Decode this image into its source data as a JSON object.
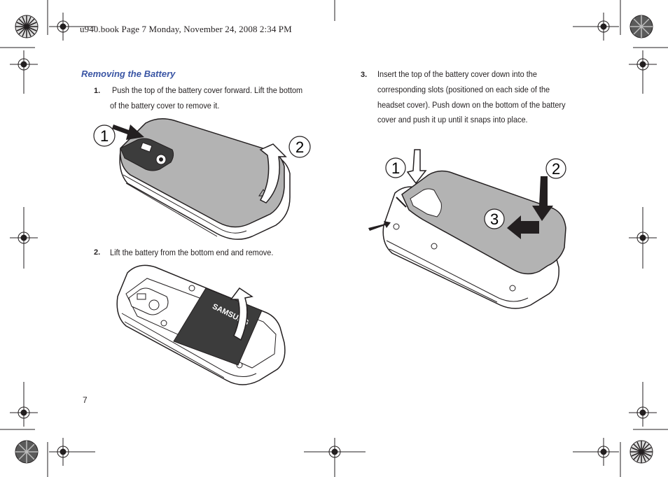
{
  "header": {
    "text": "u940.book  Page 7  Monday, November 24, 2008  2:34 PM"
  },
  "section": {
    "title": "Removing the Battery"
  },
  "steps": [
    {
      "num": "1.",
      "lines": [
        "Push the top of the battery cover forward. Lift the bottom",
        "of the battery cover to remove it."
      ]
    },
    {
      "num": "2.",
      "lines": [
        "Lift the battery from the bottom end and remove."
      ]
    },
    {
      "num": "3.",
      "lines": [
        "Insert the top of the battery cover down into the",
        "corresponding slots (positioned on each side of the",
        "headset cover). Push down on the bottom of the battery",
        "cover and push it up until it snaps into place."
      ]
    }
  ],
  "figures": {
    "fig1": {
      "callouts": [
        "1",
        "2"
      ]
    },
    "fig2": {
      "battery_brand": "SAMSUNG"
    },
    "fig3": {
      "callouts": [
        "1",
        "2",
        "3"
      ]
    }
  },
  "footer": {
    "page_number": "7"
  },
  "colors": {
    "title_blue": "#3a55a4",
    "cover_gray": "#b3b3b3",
    "text": "#231f20"
  },
  "icons": [
    "registration-mark-icon",
    "color-wheel-icon"
  ]
}
